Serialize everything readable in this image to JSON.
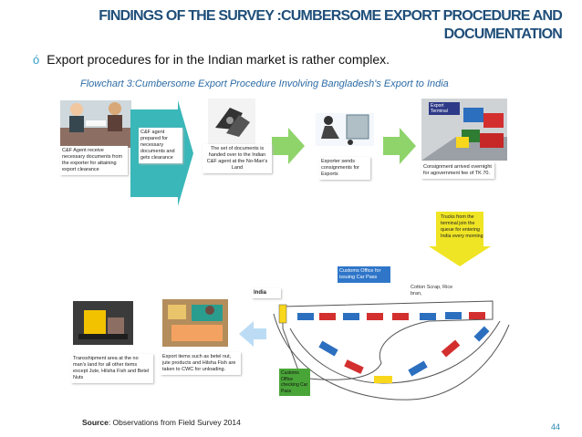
{
  "slide": {
    "title_line1": "FINDINGS OF THE SURVEY :CUMBERSOME EXPORT PROCEDURE AND",
    "title_line2": "DOCUMENTATION",
    "bullet_mark": "ó",
    "bullet_text": "Export procedures for in the Indian market is rather complex.",
    "flowchart_title": "Flowchart 3:Cumbersome Export Procedure Involving Bangladesh's Export to India",
    "source_label": "Source",
    "source_text": ": Observations from Field Survey 2014",
    "page_number": "44"
  },
  "steps": {
    "step1": "C&F Agent receive necessary documents from the exporter for attaining export clearance",
    "step2": "C&F agent prepared for necessary documents and gets clearance",
    "step3": "The set of documents is handed over to the Indian C&F agent at the No-Man's Land",
    "step4": "Exporter sends consignments for Exports",
    "step5": "Consignment arrived overnight for agovernment fee of TK 70.",
    "step6": "Trucks from the terminal join the queue for entering India every morning",
    "step7": "Customs Office for issuing Car Pass",
    "step8": "Cotton Scrap, Rice bran,",
    "step9": "India",
    "step10": "Customs Office checking Car Pass",
    "step11": "Export items such as betel nut, jute products and Hilsha Fish are taken to CWC for unloading.",
    "step12": "Transshipment area at the no man's land for all other items except Jute, Hilsha Fish and Betel Nuts",
    "export_terminal": "Export Terminal"
  },
  "colors": {
    "title": "#1f4e79",
    "arrow_teal": "#3ab7b9",
    "arrow_green": "#8fd46b",
    "arrow_yellow": "#f0e524",
    "customs_blue": "#2f76c9",
    "customs_green": "#4aa538"
  }
}
